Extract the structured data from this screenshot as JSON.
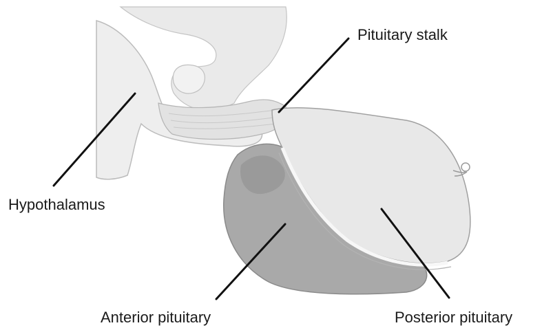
{
  "labels": {
    "pituitary_stalk": "Pituitary stalk",
    "hypothalamus": "Hypothalamus",
    "anterior_pituitary": "Anterior pituitary",
    "posterior_pituitary": "Posterior pituitary"
  },
  "colors": {
    "background": "#ffffff",
    "light_tissue": "#ececec",
    "light_tissue_edge": "#b8b8b8",
    "anterior_tissue": "#a8a8a8",
    "anterior_shadow": "#8f8f8f",
    "posterior_tissue": "#e6e6e6",
    "leader_line": "#111111",
    "label_text": "#1a1a1a"
  }
}
